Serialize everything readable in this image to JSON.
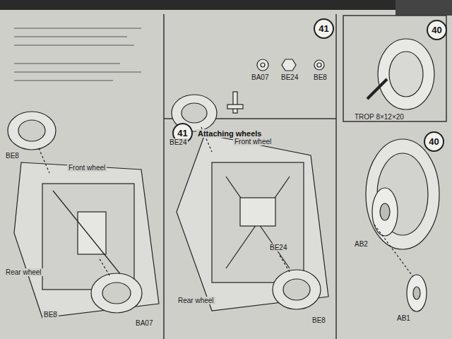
{
  "diagram": {
    "nodes": [
      {
        "text": [
          "40"
        ]
      },
      {
        "text": [
          "41"
        ]
      },
      {
        "text": [
          "40"
        ]
      },
      {
        "text": [
          "41",
          "Attaching wheels"
        ]
      }
    ],
    "labels": [
      "TROP 8×12×20",
      "AB2",
      "AB1",
      "BE24",
      "BE8",
      "BA07",
      "BE24",
      "BE24",
      "BE8",
      "Front wheel",
      "Rear wheel",
      "Rear wheel",
      "BE8",
      "BA07",
      "Front wheel",
      "BE8"
    ]
  }
}
